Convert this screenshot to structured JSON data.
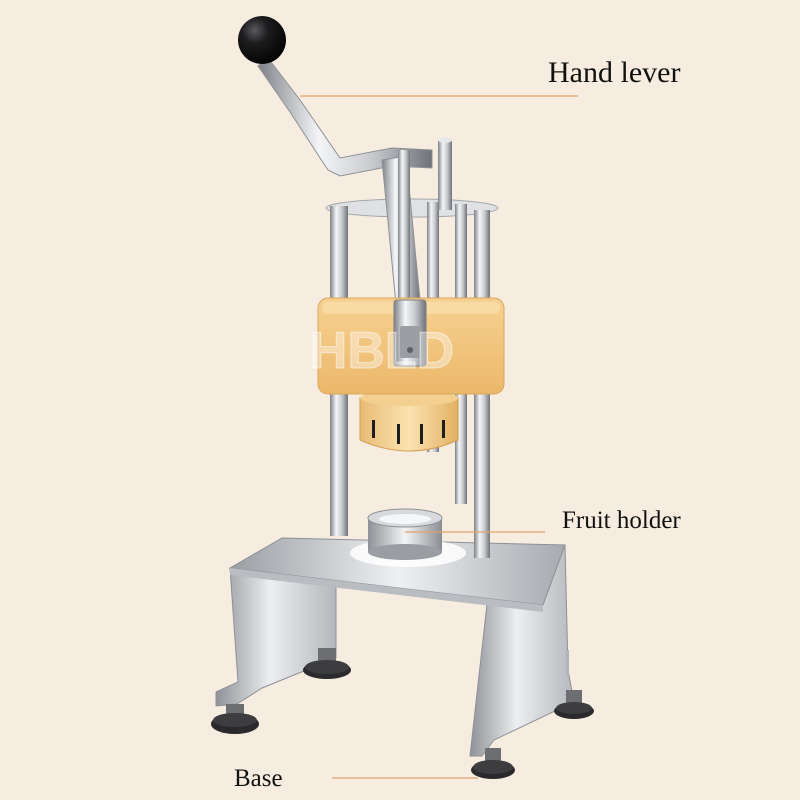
{
  "labels": {
    "hand_lever": "Hand lever",
    "fruit_holder": "Fruit holder",
    "base": "Base"
  },
  "watermark": "HBLD",
  "colors": {
    "background": "#f6ede0",
    "leader_line": "#e0a36a",
    "cutter_block": "#f2c27a",
    "steel_light": "#e9eaec",
    "steel_dark": "#8d9096",
    "knob": "#161616",
    "rubber_feet": "#2a2a2c"
  }
}
